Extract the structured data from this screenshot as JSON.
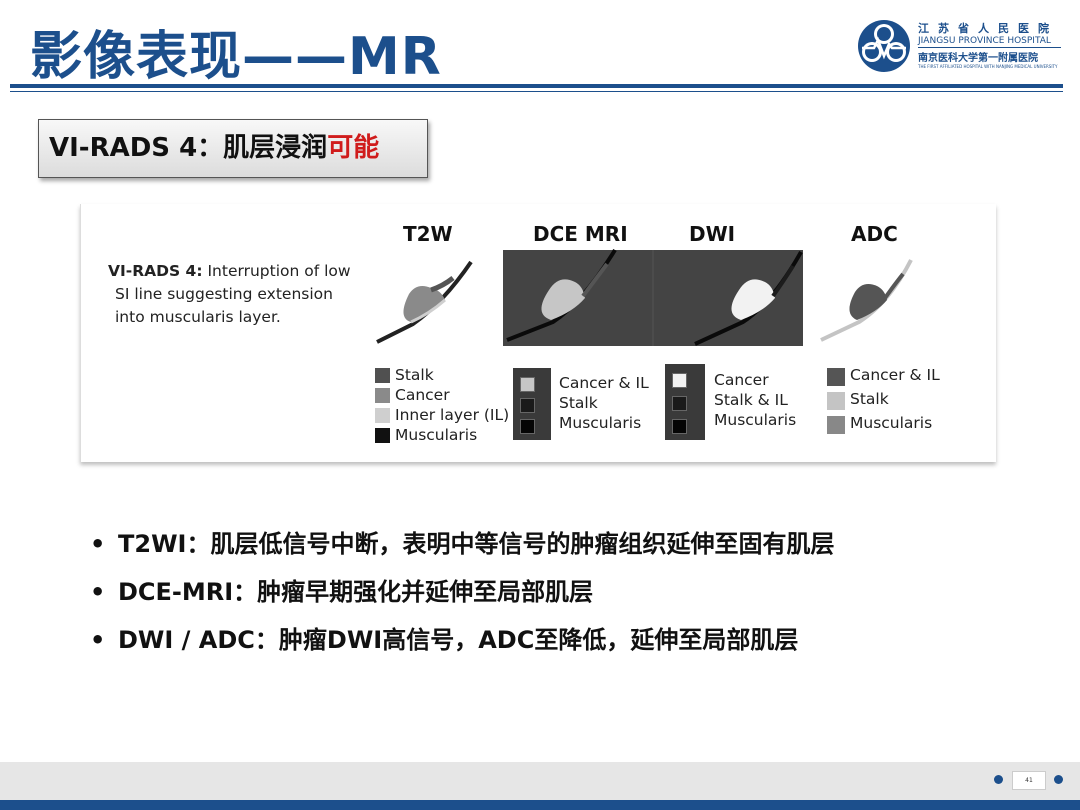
{
  "header": {
    "title": "影像表现——MR",
    "logo": {
      "line1": "江苏省人民医院",
      "line2": "JIANGSU PROVINCE HOSPITAL",
      "line3": "南京医科大学第一附属医院",
      "line4": "THE FIRST AFFILIATED HOSPITAL WITH NANJING MEDICAL UNIVERSITY"
    }
  },
  "subtitle": {
    "prefix": "VI-RADS 4：肌层浸润",
    "highlight": "可能"
  },
  "figure": {
    "description_bold": "VI-RADS 4:",
    "description_line1": " Interruption of low",
    "description_line2": "SI line suggesting extension",
    "description_line3": "into muscularis layer.",
    "columns": [
      "T2W",
      "DCE MRI",
      "DWI",
      "ADC"
    ],
    "legend_t2w": [
      "Stalk",
      "Cancer",
      "Inner layer (IL)",
      "Muscularis"
    ],
    "legend_dce": [
      "Cancer & IL",
      "Stalk",
      "Muscularis"
    ],
    "legend_dwi": [
      "Cancer",
      "Stalk & IL",
      "Muscularis"
    ],
    "legend_adc": [
      "Cancer & IL",
      "Stalk",
      "Muscularis"
    ]
  },
  "bullets": [
    "T2WI：肌层低信号中断，表明中等信号的肿瘤组织延伸至固有肌层",
    "DCE-MRI：肿瘤早期强化并延伸至局部肌层",
    "DWI / ADC：肿瘤DWI高信号，ADC至降低，延伸至局部肌层"
  ],
  "footer": {
    "page_number": "41"
  },
  "colors": {
    "brand_blue": "#1c4f8c",
    "highlight_red": "#d01c1c"
  }
}
